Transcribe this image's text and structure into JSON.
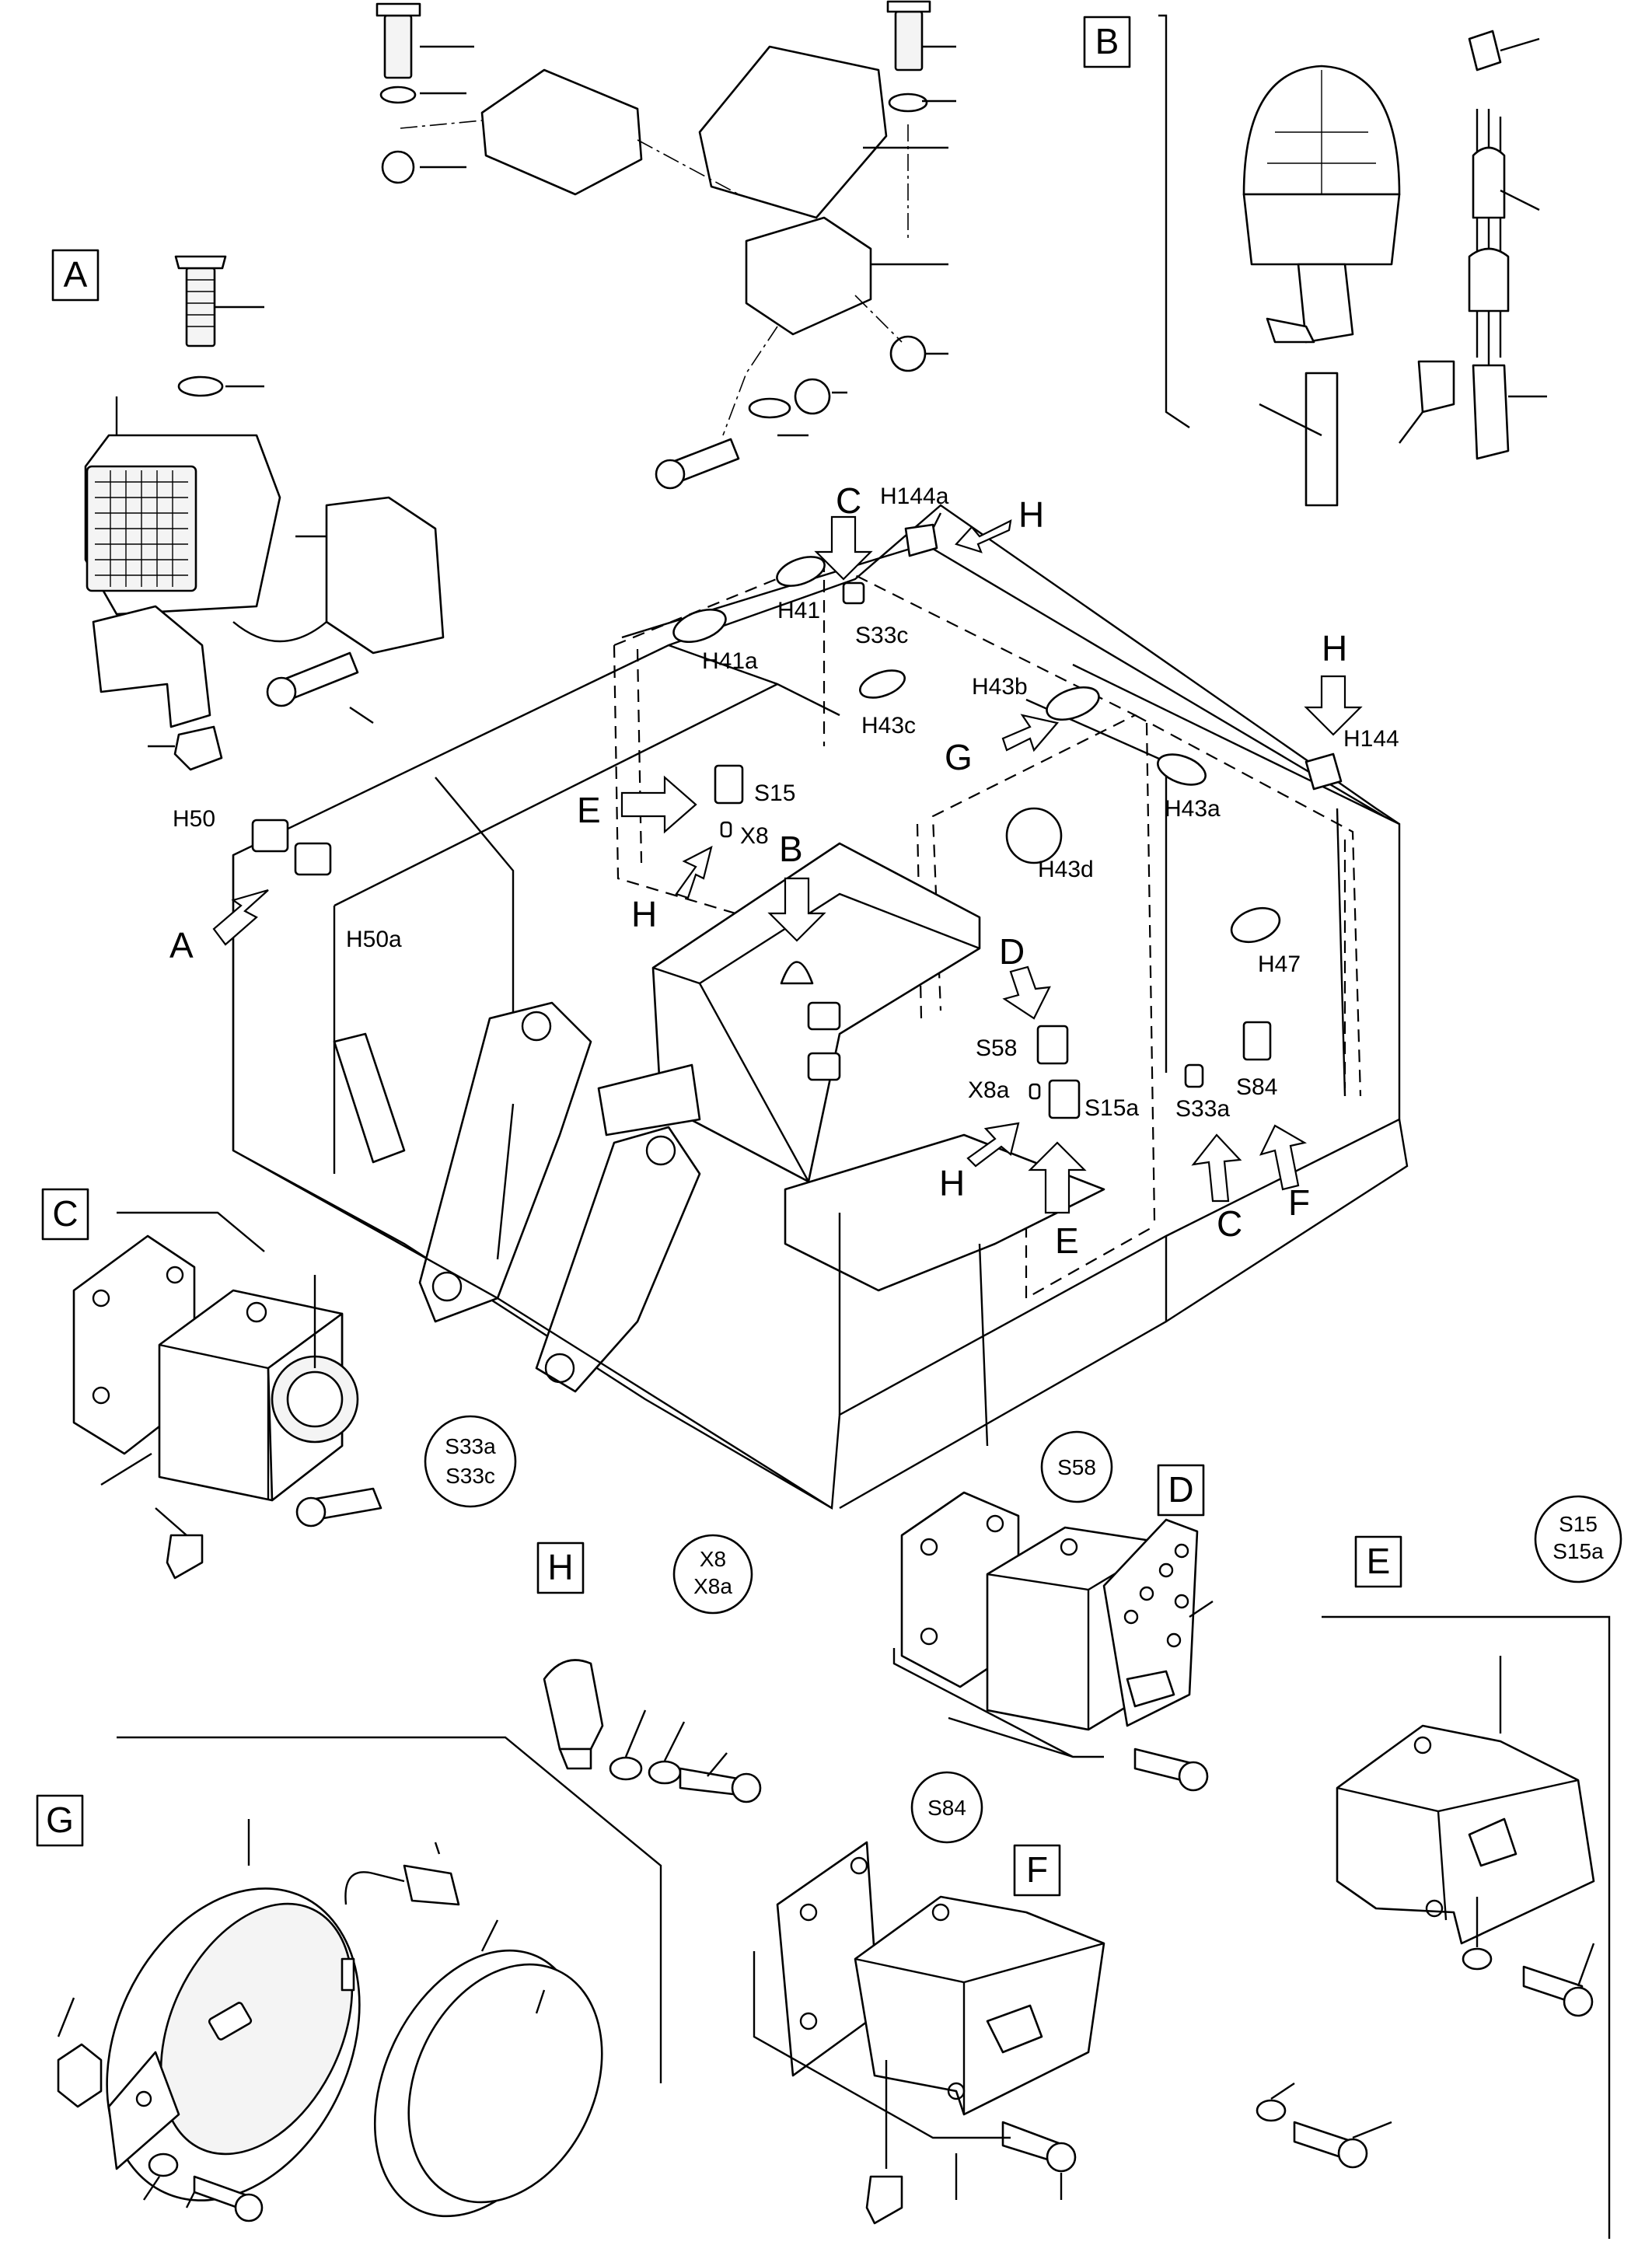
{
  "labels": {
    "box_A_top": "A",
    "box_B_top": "B",
    "box_C": "C",
    "box_D": "D",
    "box_E": "E",
    "box_F": "F",
    "box_G": "G",
    "box_H": "H",
    "arrow_A": "A",
    "arrow_B": "B",
    "arrow_C_top": "C",
    "arrow_C_bottom": "C",
    "arrow_D": "D",
    "arrow_E_left": "E",
    "arrow_E_bottom": "E",
    "arrow_F": "F",
    "arrow_G": "G",
    "arrow_H_top": "H",
    "arrow_H_right": "H",
    "arrow_H_left": "H",
    "arrow_H_bottom": "H",
    "H50": "H50",
    "H50a": "H50a",
    "H144a": "H144a",
    "H41": "H41",
    "S33c": "S33c",
    "H41a": "H41a",
    "H43c": "H43c",
    "H43b": "H43b",
    "H144": "H144",
    "S15": "S15",
    "X8": "X8",
    "H43a": "H43a",
    "H43d": "H43d",
    "H47": "H47",
    "S58": "S58",
    "X8a": "X8a",
    "S15a": "S15a",
    "S33a": "S33a",
    "S84": "S84"
  },
  "circle_labels": {
    "c_s33_line1": "S33a",
    "c_s33_line2": "S33c",
    "c_s58": "S58",
    "c_x8_line1": "X8",
    "c_x8_line2": "X8a",
    "c_s15_line1": "S15",
    "c_s15_line2": "S15a",
    "c_s84": "S84"
  }
}
